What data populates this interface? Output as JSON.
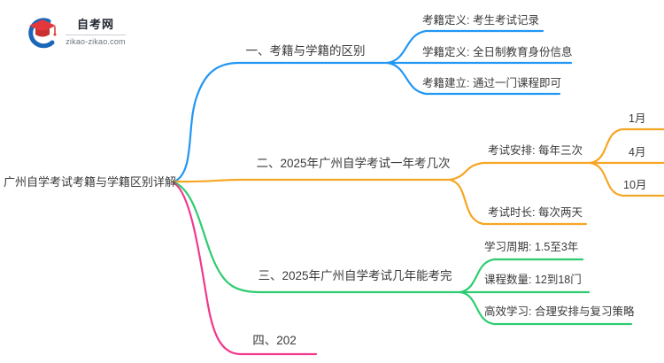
{
  "logo": {
    "title": "自考网",
    "subtitle": "zikao-zikao.com",
    "icon": "graduation-cap-icon"
  },
  "colors": {
    "branch1": "#2196F3",
    "branch2": "#F5A623",
    "branch3": "#2ECC71",
    "branch4": "#F1388C",
    "logo_blue": "#1A66B8",
    "logo_red": "#E2383C",
    "logo_red_dark": "#C9302F"
  },
  "mindmap": {
    "root": "广州自学考试考籍与学籍区别详解",
    "branches": [
      {
        "label": "一、考籍与学籍的区别",
        "children": [
          {
            "label": "考籍定义: 考生考试记录"
          },
          {
            "label": "学籍定义: 全日制教育身份信息"
          },
          {
            "label": "考籍建立: 通过一门课程即可"
          }
        ]
      },
      {
        "label": "二、2025年广州自学考试一年考几次",
        "children": [
          {
            "label": "考试安排: 每年三次",
            "children": [
              {
                "label": "1月"
              },
              {
                "label": "4月"
              },
              {
                "label": "10月"
              }
            ]
          },
          {
            "label": "考试时长: 每次两天"
          }
        ]
      },
      {
        "label": "三、2025年广州自学考试几年能考完",
        "children": [
          {
            "label": "学习周期: 1.5至3年"
          },
          {
            "label": "课程数量: 12到18门"
          },
          {
            "label": "高效学习: 合理安排与复习策略"
          }
        ]
      },
      {
        "label": "四、202",
        "children": []
      }
    ]
  }
}
